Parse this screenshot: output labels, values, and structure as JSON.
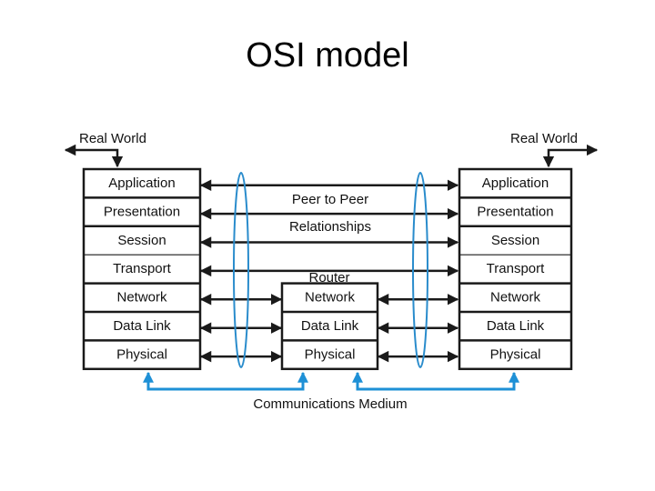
{
  "title": "OSI model",
  "colors": {
    "line": "#1a1a1a",
    "medium": "#1e90d6",
    "ellipse": "#2a8ccc",
    "box_fill": "#ffffff"
  },
  "left_host": {
    "real_world_label": "Real World",
    "layers": [
      "Application",
      "Presentation",
      "Session",
      "Transport",
      "Network",
      "Data Link",
      "Physical"
    ]
  },
  "right_host": {
    "real_world_label": "Real World",
    "layers": [
      "Application",
      "Presentation",
      "Session",
      "Transport",
      "Network",
      "Data Link",
      "Physical"
    ]
  },
  "router": {
    "label": "Router",
    "layers": [
      "Network",
      "Data Link",
      "Physical"
    ]
  },
  "peer_label_line1": "Peer to Peer",
  "peer_label_line2": "Relationships",
  "medium_label": "Communications Medium"
}
